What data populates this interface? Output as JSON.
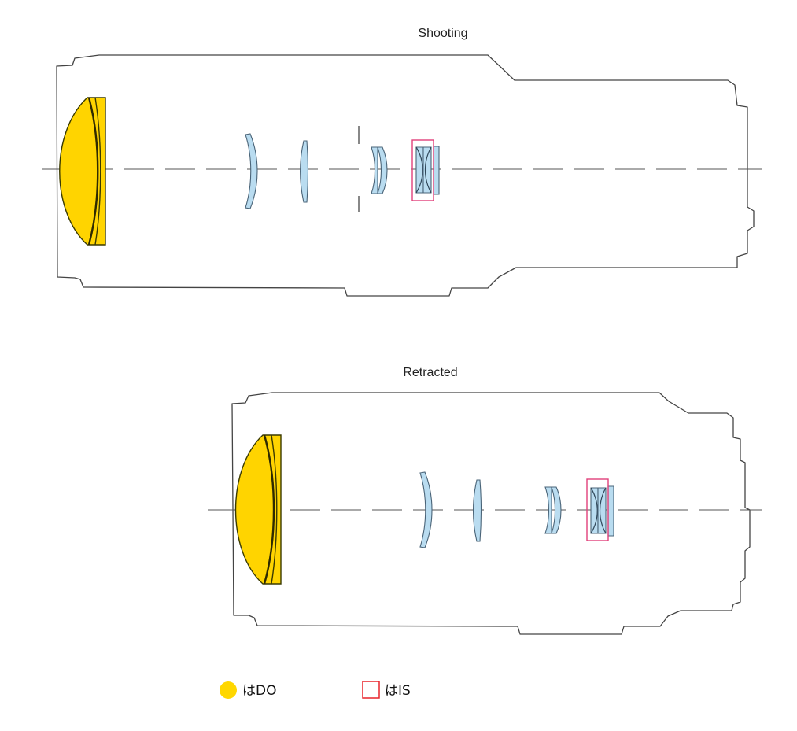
{
  "diagrams": [
    {
      "id": "shooting",
      "label": "Shooting"
    },
    {
      "id": "retracted",
      "label": "Retracted"
    }
  ],
  "legend": [
    {
      "key": "do",
      "label": "はDO",
      "swatch": "circle",
      "color": "#FFD700"
    },
    {
      "key": "is",
      "label": "はIS",
      "swatch": "square-outline",
      "color": "#E8232A"
    }
  ],
  "colors": {
    "do_lens": "#FFD400",
    "lens_element": "#B9DCF0",
    "is_box": "#E0407A",
    "outline": "#444444"
  }
}
